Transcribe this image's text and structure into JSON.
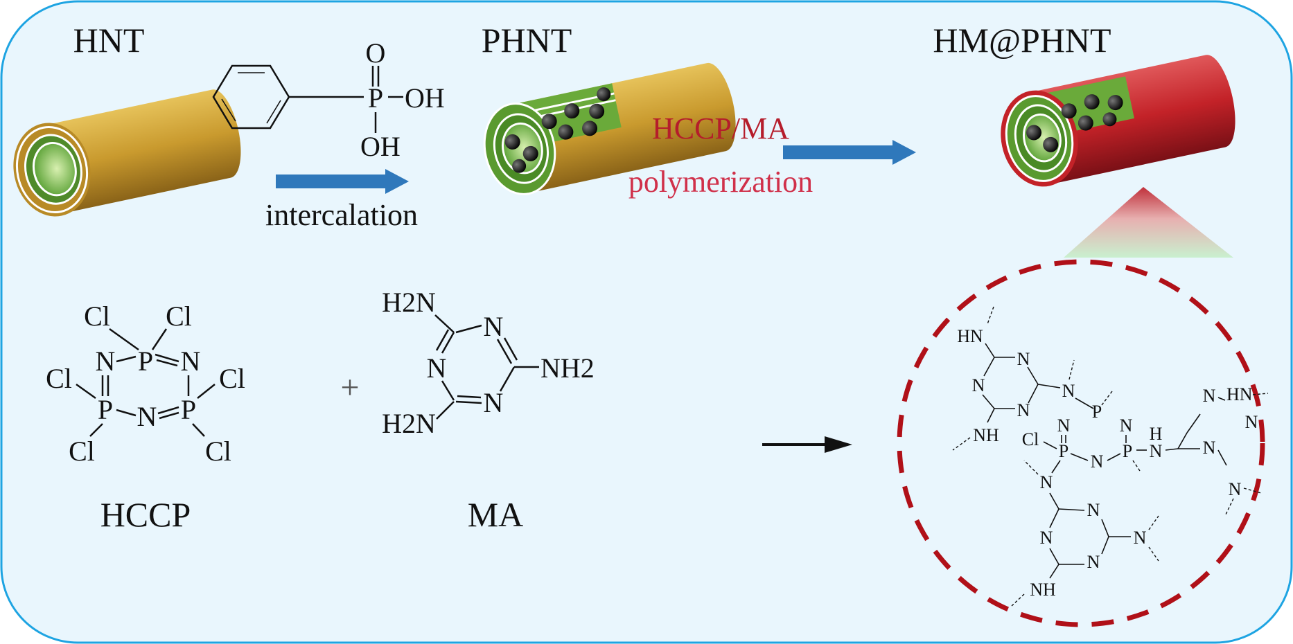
{
  "labels": {
    "hnt": "HNT",
    "phnt": "PHNT",
    "hm_phnt": "HM@PHNT",
    "hccp": "HCCP",
    "ma": "MA",
    "plus": "+"
  },
  "steps": {
    "intercalation": "intercalation",
    "reagents": "HCCP/MA",
    "polymerization": "polymerization"
  },
  "chem": {
    "N": "N",
    "P": "P",
    "O": "O",
    "OH": "OH",
    "Cl": "Cl",
    "H2N": "H2N",
    "NH2": "NH2",
    "HN": "HN",
    "NH": "NH",
    "H": "H"
  },
  "colors": {
    "background": "#e9f6fd",
    "border": "#1ea4e2",
    "step_arrow": "#2f78bb",
    "reagent_text": "#b51d2b",
    "polymerization_text": "#d0304a",
    "dashed_circle": "#b01018",
    "hnt_shell": "#d4a93c",
    "hm_shell": "#c8272e",
    "lumen": "#8fcf5a"
  },
  "icons": [
    "hnt-nanotube",
    "phnt-nanotube",
    "hm-phnt-nanotube",
    "reaction-arrow",
    "magnify-cone"
  ]
}
